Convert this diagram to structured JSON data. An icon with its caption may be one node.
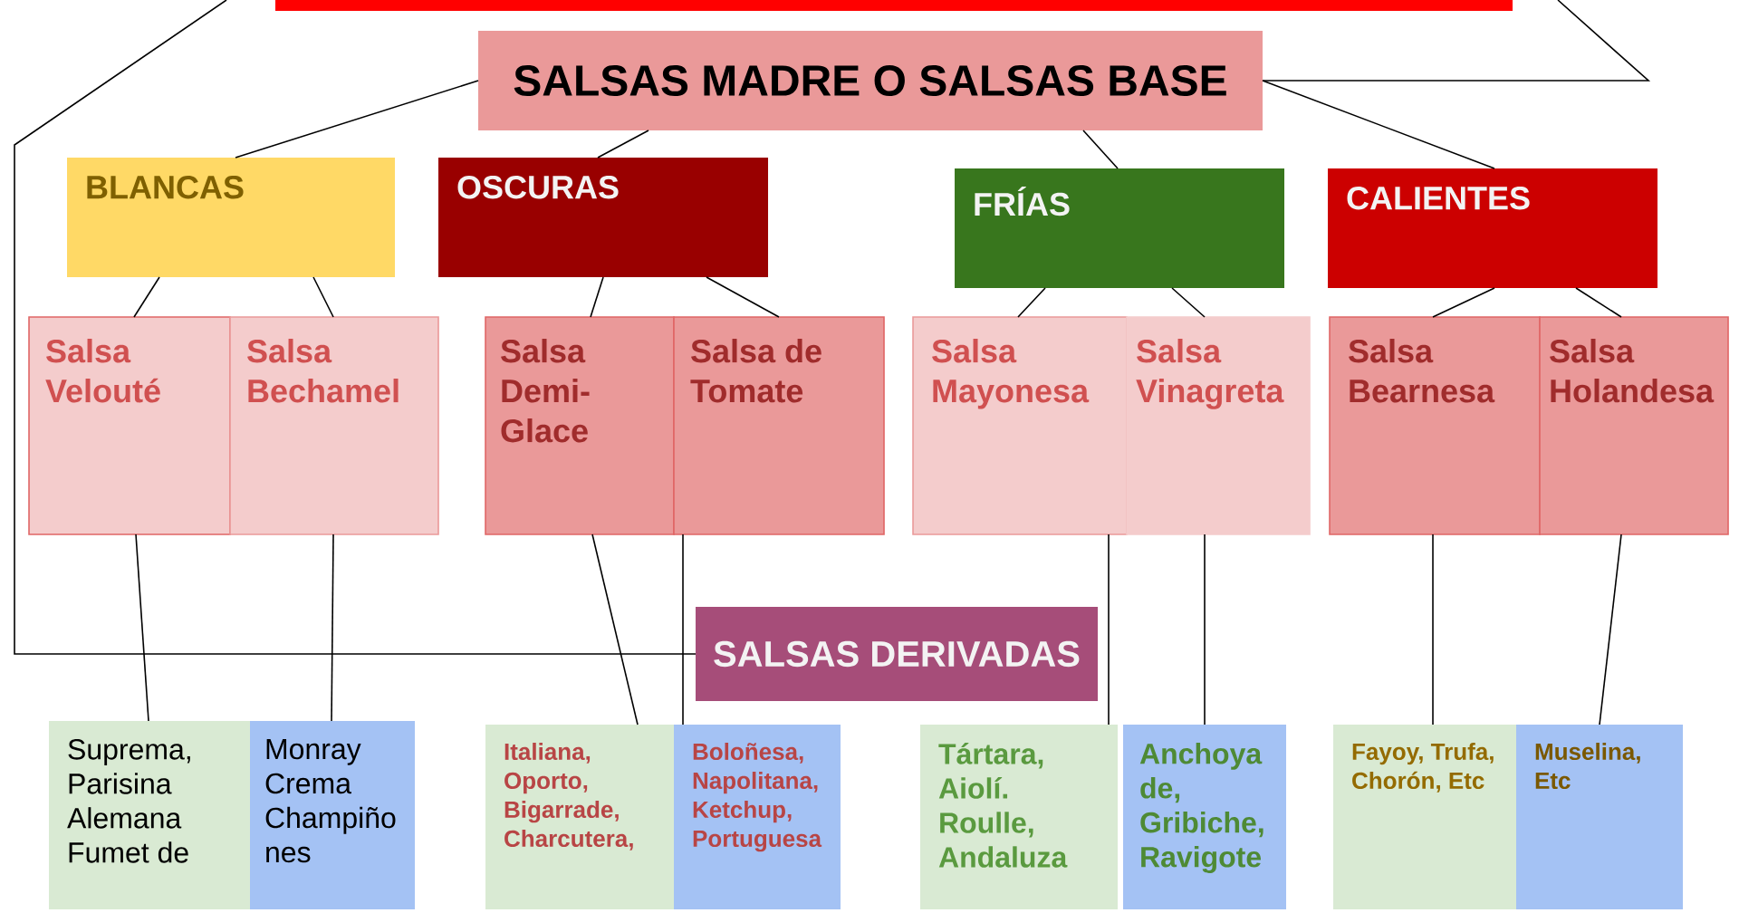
{
  "diagram": {
    "nodes": [
      {
        "text": [],
        "shape": "bar"
      },
      {
        "text": [
          "SALSAS MADRE O SALSAS BASE"
        ]
      },
      {
        "text": [
          "BLANCAS"
        ]
      },
      {
        "text": [
          "OSCURAS"
        ]
      },
      {
        "text": [
          "FRÍAS"
        ]
      },
      {
        "text": [
          "CALIENTES"
        ]
      },
      {
        "text": [
          "Salsa Velouté"
        ]
      },
      {
        "text": [
          "Salsa Bechamel"
        ]
      },
      {
        "text": [
          "Salsa Demi-Glace"
        ]
      },
      {
        "text": [
          "Salsa de Tomate"
        ]
      },
      {
        "text": [
          "Salsa Mayonesa"
        ]
      },
      {
        "text": [
          "Salsa Vinagreta"
        ]
      },
      {
        "text": [
          "Salsa Bearnesa"
        ]
      },
      {
        "text": [
          "Salsa Holandesa"
        ]
      },
      {
        "text": [
          "SALSAS DERIVADAS"
        ]
      },
      {
        "text": [
          "Suprema, Parisina Alemana Fumet de"
        ]
      },
      {
        "text": [
          "Monray Crema Champiño nes"
        ]
      },
      {
        "text": [
          "Italiana, Oporto, Bigarrade, Charcutera,"
        ]
      },
      {
        "text": [
          "Boloñesa, Napolitana, Ketchup, Portuguesa"
        ]
      },
      {
        "text": [
          "Tártara, Aiolí. Roulle, Andaluza"
        ]
      },
      {
        "text": [
          "Anchoya de, Gribiche, Ravigote"
        ]
      },
      {
        "text": [
          "Fayoy, Trufa, Chorón, Etc"
        ]
      },
      {
        "text": [
          "Muselina, Etc"
        ]
      }
    ],
    "edges": [
      {
        "from": null,
        "to": 14,
        "arrow": "none"
      },
      {
        "from": null,
        "to": 1,
        "arrow": "none"
      },
      {
        "from": 1,
        "to": 2,
        "arrow": "none"
      },
      {
        "from": 1,
        "to": 3,
        "arrow": "none"
      },
      {
        "from": 1,
        "to": 4,
        "arrow": "none"
      },
      {
        "from": 1,
        "to": 5,
        "arrow": "none"
      },
      {
        "from": 2,
        "to": 6,
        "arrow": "none"
      },
      {
        "from": 2,
        "to": 7,
        "arrow": "none"
      },
      {
        "from": 3,
        "to": 8,
        "arrow": "none"
      },
      {
        "from": 3,
        "to": 9,
        "arrow": "none"
      },
      {
        "from": 4,
        "to": 10,
        "arrow": "none"
      },
      {
        "from": 4,
        "to": 11,
        "arrow": "none"
      },
      {
        "from": 5,
        "to": 12,
        "arrow": "none"
      },
      {
        "from": 5,
        "to": 13,
        "arrow": "none"
      },
      {
        "from": 6,
        "to": 15,
        "arrow": "none"
      },
      {
        "from": 7,
        "to": 16,
        "arrow": "none"
      },
      {
        "from": 8,
        "to": 17,
        "arrow": "none"
      },
      {
        "from": 9,
        "to": 18,
        "arrow": "none"
      },
      {
        "from": 10,
        "to": 19,
        "arrow": "none"
      },
      {
        "from": 11,
        "to": 20,
        "arrow": "none"
      },
      {
        "from": 12,
        "to": 21,
        "arrow": "none"
      },
      {
        "from": 13,
        "to": 22,
        "arrow": "none"
      }
    ]
  }
}
